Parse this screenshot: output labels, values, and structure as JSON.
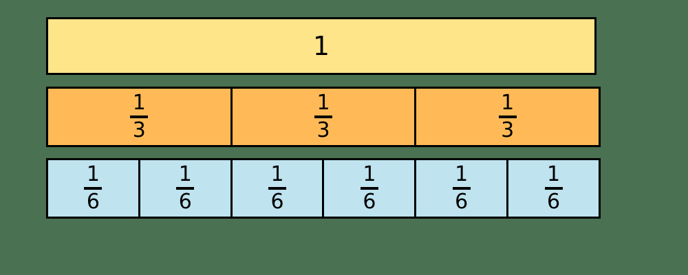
{
  "figure": {
    "kind": "fraction-strip-diagram",
    "background_color": "#4a7151",
    "border_color": "#000000",
    "text_color": "#000000"
  },
  "bars": [
    {
      "name": "whole",
      "fill_color": "#ffe58a",
      "segments": [
        {
          "label": "1"
        }
      ]
    },
    {
      "name": "thirds",
      "fill_color": "#ffba57",
      "segments": [
        {
          "numerator": "1",
          "denominator": "3"
        },
        {
          "numerator": "1",
          "denominator": "3"
        },
        {
          "numerator": "1",
          "denominator": "3"
        }
      ]
    },
    {
      "name": "sixths",
      "fill_color": "#bfe3ef",
      "segments": [
        {
          "numerator": "1",
          "denominator": "6"
        },
        {
          "numerator": "1",
          "denominator": "6"
        },
        {
          "numerator": "1",
          "denominator": "6"
        },
        {
          "numerator": "1",
          "denominator": "6"
        },
        {
          "numerator": "1",
          "denominator": "6"
        },
        {
          "numerator": "1",
          "denominator": "6"
        }
      ]
    }
  ]
}
